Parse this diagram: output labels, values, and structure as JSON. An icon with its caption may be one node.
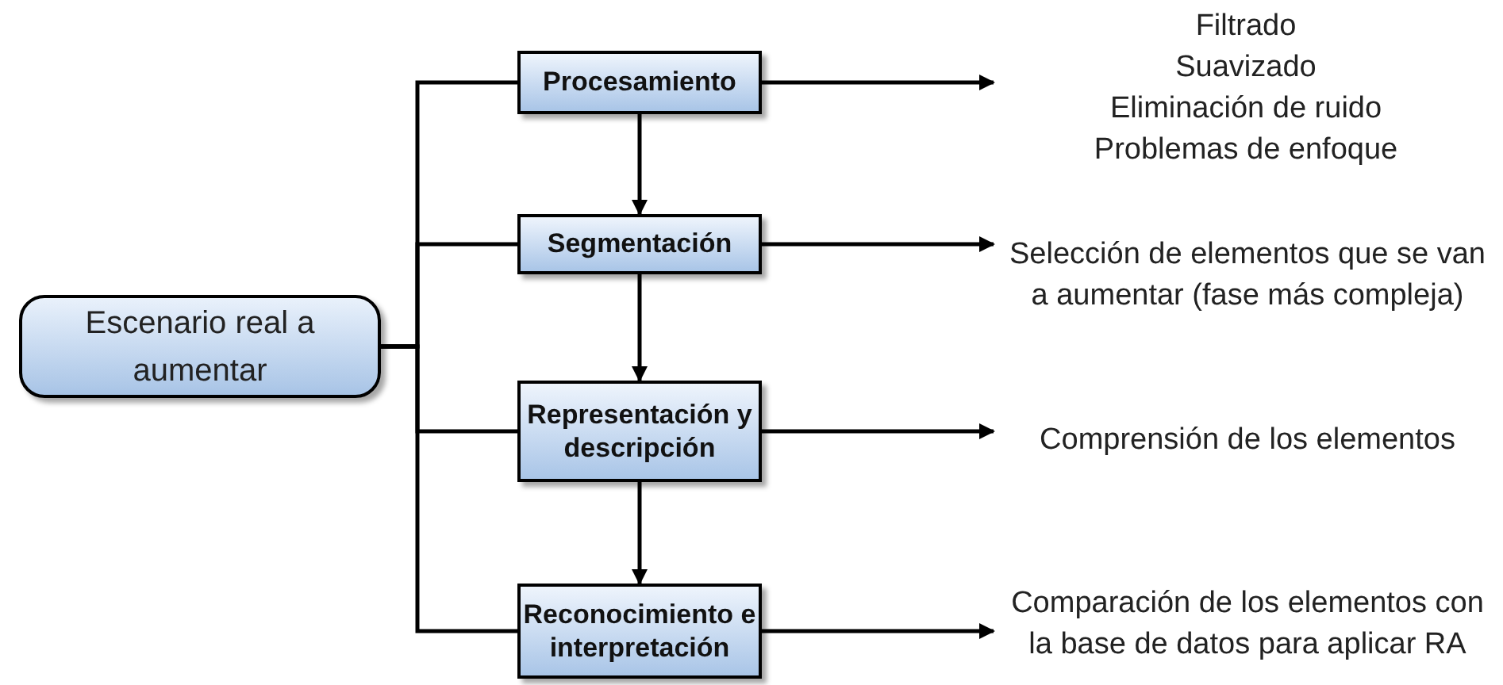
{
  "diagram": {
    "nodes": [
      {
        "text": [
          "Escenario real a aumentar"
        ]
      },
      {
        "text": [
          "Procesamiento"
        ]
      },
      {
        "text": [
          "Segmentación"
        ]
      },
      {
        "text": [
          "Representación y descripción"
        ]
      },
      {
        "text": [
          "Reconocimiento e interpretación"
        ]
      },
      {
        "text": [
          "Filtrado",
          "Suavizado",
          "Eliminación de ruido",
          "Problemas de enfoque"
        ]
      },
      {
        "text": [
          "Selección de elementos que se van a aumentar (fase más compleja)"
        ]
      },
      {
        "text": [
          "Comprensión de los elementos"
        ]
      },
      {
        "text": [
          "Comparación de los elementos con la base de datos para aplicar RA"
        ]
      }
    ],
    "edges": [
      {
        "from": 0,
        "to": 1,
        "arrow": "none"
      },
      {
        "from": 0,
        "to": 2,
        "arrow": "none"
      },
      {
        "from": 0,
        "to": 3,
        "arrow": "none"
      },
      {
        "from": 0,
        "to": 4,
        "arrow": "none"
      },
      {
        "from": 1,
        "to": 2,
        "arrow": "to"
      },
      {
        "from": 2,
        "to": 3,
        "arrow": "to"
      },
      {
        "from": 3,
        "to": 4,
        "arrow": "to"
      },
      {
        "from": 1,
        "to": 5,
        "arrow": "to"
      },
      {
        "from": 2,
        "to": 6,
        "arrow": "to"
      },
      {
        "from": 3,
        "to": 7,
        "arrow": "to"
      },
      {
        "from": 4,
        "to": 8,
        "arrow": "to"
      }
    ]
  }
}
